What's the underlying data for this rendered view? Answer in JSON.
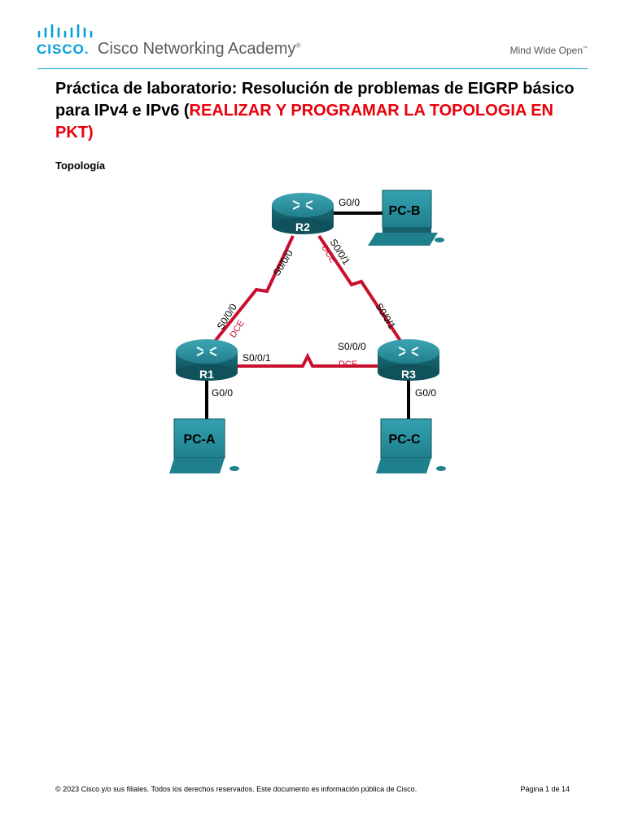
{
  "header": {
    "brand_word": "CISCO",
    "brand_word_suffix": ".",
    "academy": "Cisco Networking Academy",
    "academy_mark": "®",
    "tagline": "Mind Wide Open",
    "tagline_mark": "™",
    "brand_color": "#049fd9"
  },
  "title": {
    "part1": "Práctica de laboratorio: Resolución de problemas de EIGRP básico para IPv4 e IPv6 (",
    "highlight": "REALIZAR Y PROGRAMAR LA TOPOLOGIA EN PKT)",
    "highlight_color": "#e8000b"
  },
  "section": {
    "topology_heading": "Topología"
  },
  "topology": {
    "routers": {
      "r1": "R1",
      "r2": "R2",
      "r3": "R3"
    },
    "pcs": {
      "pca": "PC-A",
      "pcb": "PC-B",
      "pcc": "PC-C"
    },
    "interfaces": {
      "r2_g00": "G0/0",
      "r2_s000": "S0/0/0",
      "r2_s001": "S0/0/1",
      "r2_dce": "DCE",
      "r1_s000": "S0/0/0",
      "r1_dce": "DCE",
      "r1_s001": "S0/0/1",
      "r1_g00": "G0/0",
      "r3_s000": "S0/0/0",
      "r3_dce": "DCE",
      "r3_s001": "S0/0/1",
      "r3_g00": "G0/0"
    },
    "serial_color": "#c8102e",
    "router_color": "#1e7f8c"
  },
  "footer": {
    "copyright": "© 2023 Cisco y/o sus filiales. Todos los derechos reservados. Este documento es información pública de Cisco.",
    "page": "Página 1 de 14"
  }
}
